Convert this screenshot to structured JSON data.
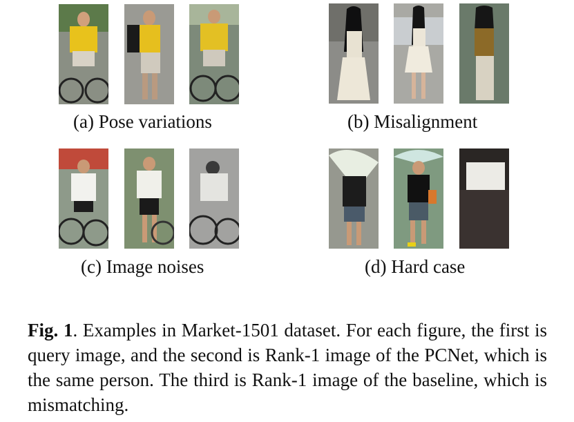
{
  "panels": [
    {
      "label": "(a) Pose variations"
    },
    {
      "label": "(b) Misalignment"
    },
    {
      "label": "(c) Image noises"
    },
    {
      "label": "(d) Hard case"
    }
  ],
  "caption": {
    "prefix": "Fig. 1",
    "text": ". Examples in Market-1501 dataset. For each figure, the first is query image, and the second is Rank-1 image of the PCNet, which is the same person. The third is Rank-1 image of the baseline, which is mismatching."
  }
}
